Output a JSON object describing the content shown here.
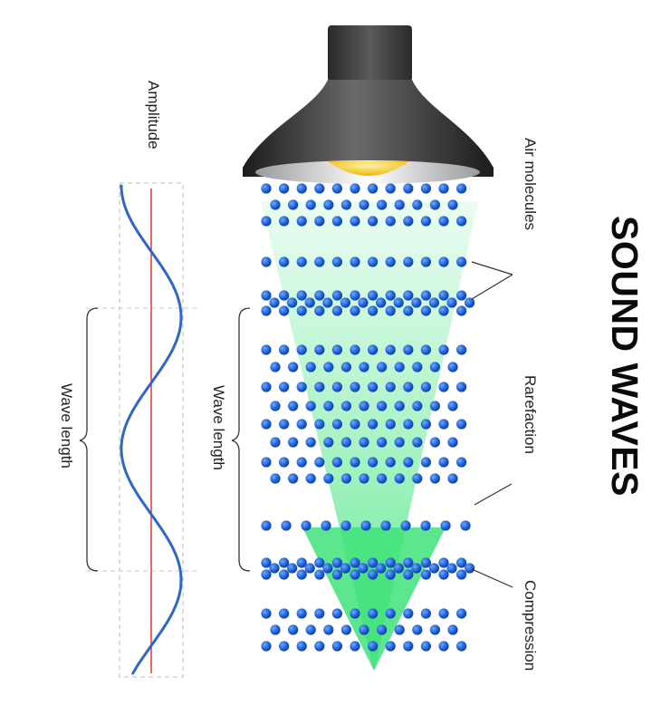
{
  "title": "SOUND WAVES",
  "labels": {
    "amplitude": "Amplitude",
    "wave_length_left": "Wave length",
    "wave_length_right": "Wave length",
    "air_molecules": "Air molecules",
    "rarefaction": "Rarefaction",
    "compression": "Compression"
  },
  "icons": {
    "lamp": "lamp-icon"
  },
  "colors": {
    "molecule": "#1f63d9",
    "wave": "#2f66c8",
    "axis": "#e03a2a",
    "beam": "#3ee07a",
    "lamp": "#3b3b3b",
    "bulb": "#f7c52e"
  }
}
